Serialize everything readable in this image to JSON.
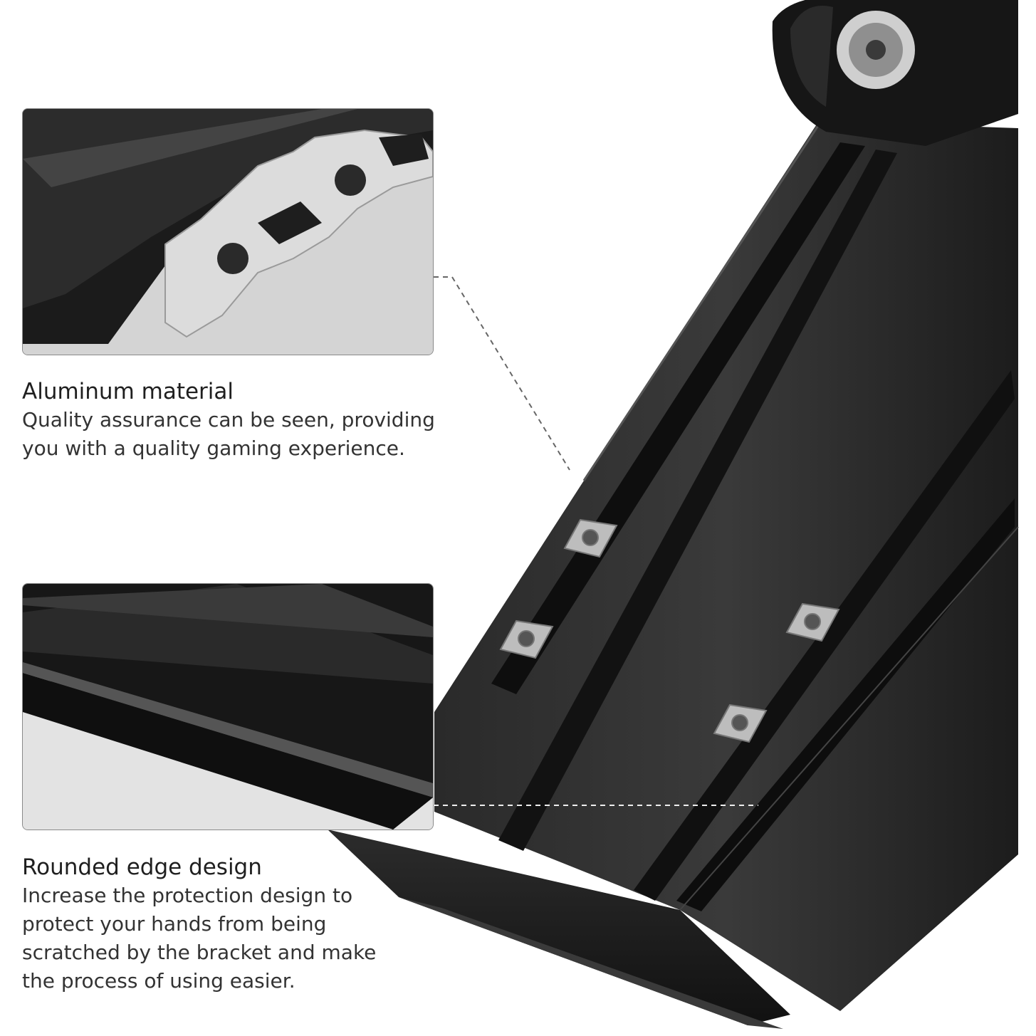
{
  "features": [
    {
      "title": "Aluminum material",
      "description": "Quality assurance can be seen, providing you with a quality gaming experience."
    },
    {
      "title": "Rounded edge design",
      "description": "Increase the protection design to protect your hands from being scratched by the bracket and make the process of using easier."
    }
  ],
  "colors": {
    "profile_black": "#1a1a1a",
    "aluminum_cut": "#d8d8d8",
    "text": "#2b2b2b",
    "panel_border": "#8a8a8a"
  }
}
